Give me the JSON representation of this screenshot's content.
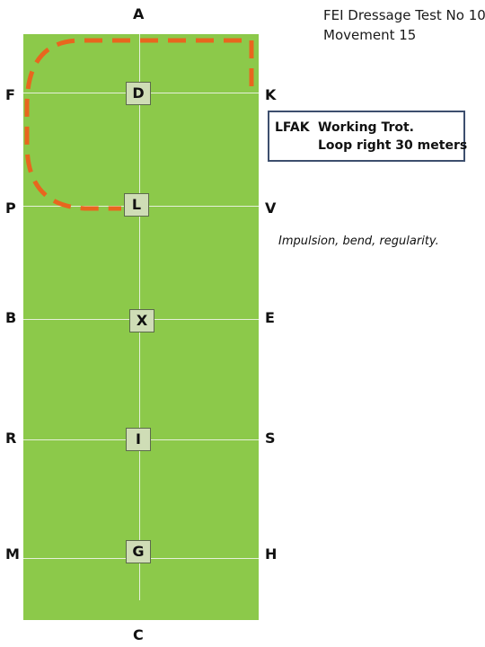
{
  "header": {
    "title_line1": "FEI Dressage Test No 10",
    "title_line2": "Movement 15"
  },
  "movement": {
    "code": "LFAK",
    "line1": "Working Trot.",
    "line2": "Loop right 30 meters"
  },
  "note": "Impulsion, bend, regularity.",
  "arena": {
    "colors": {
      "surface": "#8cc94a",
      "path": "#e8661e",
      "box_border": "#3d4f6e"
    },
    "markers": {
      "A": "A",
      "C": "C",
      "F": "F",
      "K": "K",
      "P": "P",
      "V": "V",
      "B": "B",
      "E": "E",
      "R": "R",
      "S": "S",
      "M": "M",
      "H": "H"
    },
    "centerline_letters": {
      "D": "D",
      "L": "L",
      "X": "X",
      "I": "I",
      "G": "G"
    },
    "path_style": "dashed"
  }
}
